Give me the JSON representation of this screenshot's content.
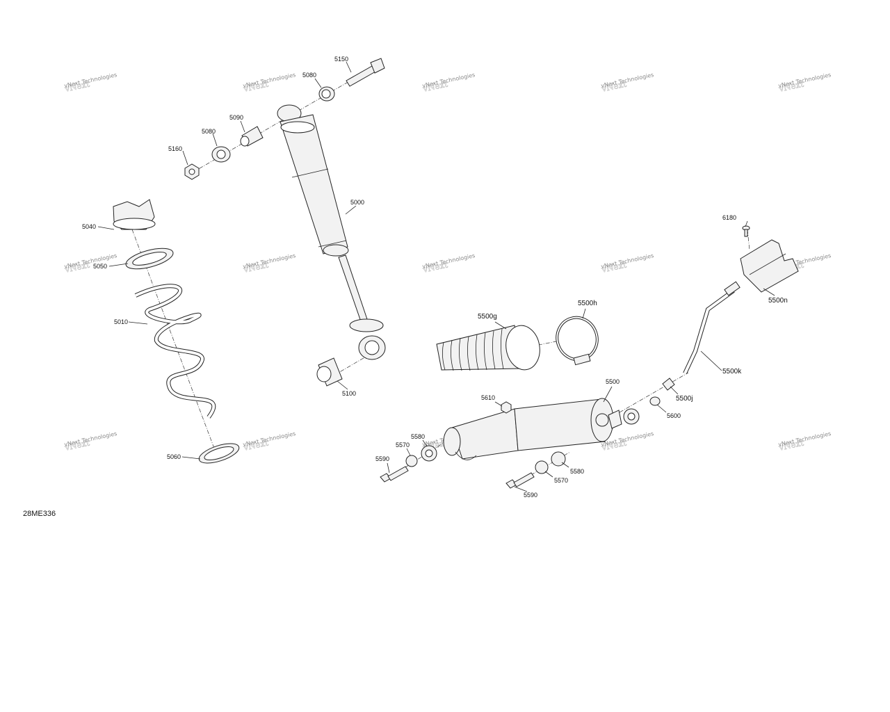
{
  "diagram": {
    "drawing_code": "28ME336",
    "watermark_text": "vNext Technologies",
    "part_labels": [
      "5150",
      "5080",
      "5090",
      "5080",
      "5160",
      "5000",
      "5040",
      "5050",
      "5010",
      "5060",
      "5100",
      "6180",
      "5500n",
      "5500h",
      "5500g",
      "5500k",
      "5500",
      "5500j",
      "5610",
      "5600",
      "5580",
      "5570",
      "5590",
      "5580",
      "5570",
      "5590"
    ]
  }
}
